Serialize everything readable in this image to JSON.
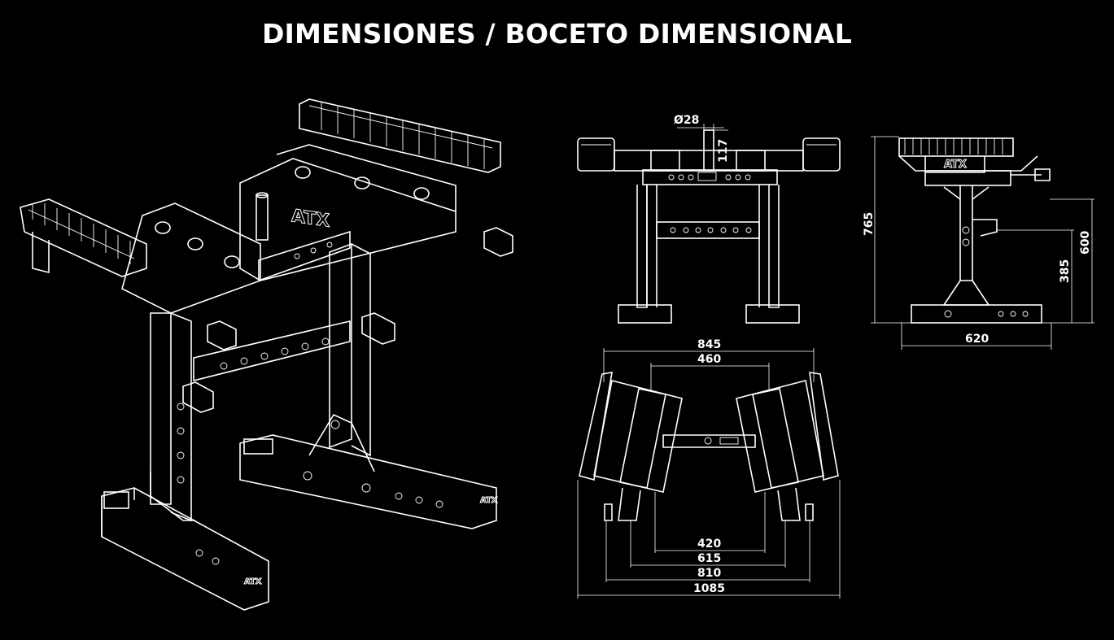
{
  "title": "DIMENSIONES / BOCETO DIMENSIONAL",
  "brand_logo": "ATX",
  "front_view": {
    "diameter": "Ø28",
    "post_height": "117"
  },
  "side_view": {
    "total_height": "765",
    "upper_hook_height": "600",
    "lower_hook_height": "385",
    "depth": "620"
  },
  "top_view": {
    "outer_width": "845",
    "inner_width": "460",
    "foot_inner": "420",
    "foot_mid": "615",
    "foot_outer": "810",
    "total_width": "1085"
  }
}
